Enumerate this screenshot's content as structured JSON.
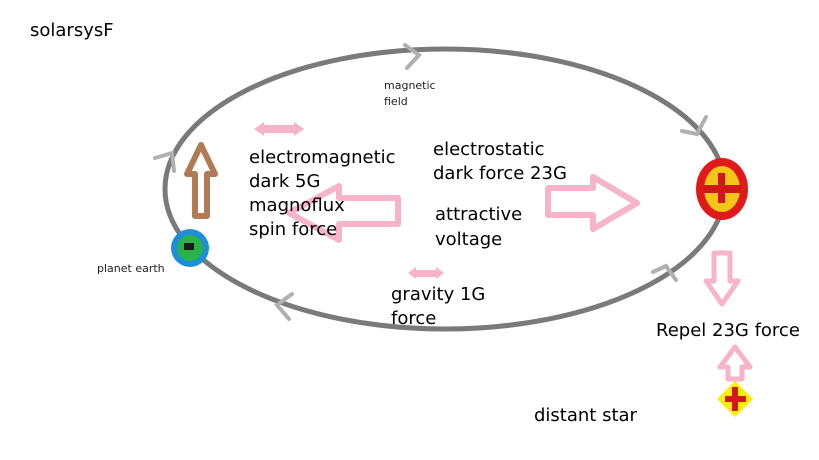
{
  "title": "solarsysF",
  "labels": {
    "magnetic_field": [
      "magnetic",
      "field"
    ],
    "electromagnetic": [
      "electromagnetic",
      "dark 5G",
      "magnoflux",
      "spin force"
    ],
    "electrostatic": [
      "electrostatic",
      "dark force 23G"
    ],
    "attractive": [
      "attractive",
      "voltage"
    ],
    "gravity": [
      "gravity 1G",
      "force"
    ],
    "planet_earth": "planet earth",
    "repel": "Repel 23G force",
    "distant_star": "distant star"
  },
  "colors": {
    "orbit": "#7a7a7a",
    "orbit_arrow": "#b0b0b0",
    "pink": "#f6b3c9",
    "brown": "#b07a55",
    "sun_ring": "#e01a1a",
    "sun_fill": "#f5c518",
    "sun_cross": "#d01818",
    "earth_ring": "#1c8fd6",
    "earth_fill": "#2bb14a",
    "star_fill": "#ffee00",
    "star_cross": "#d01818"
  }
}
